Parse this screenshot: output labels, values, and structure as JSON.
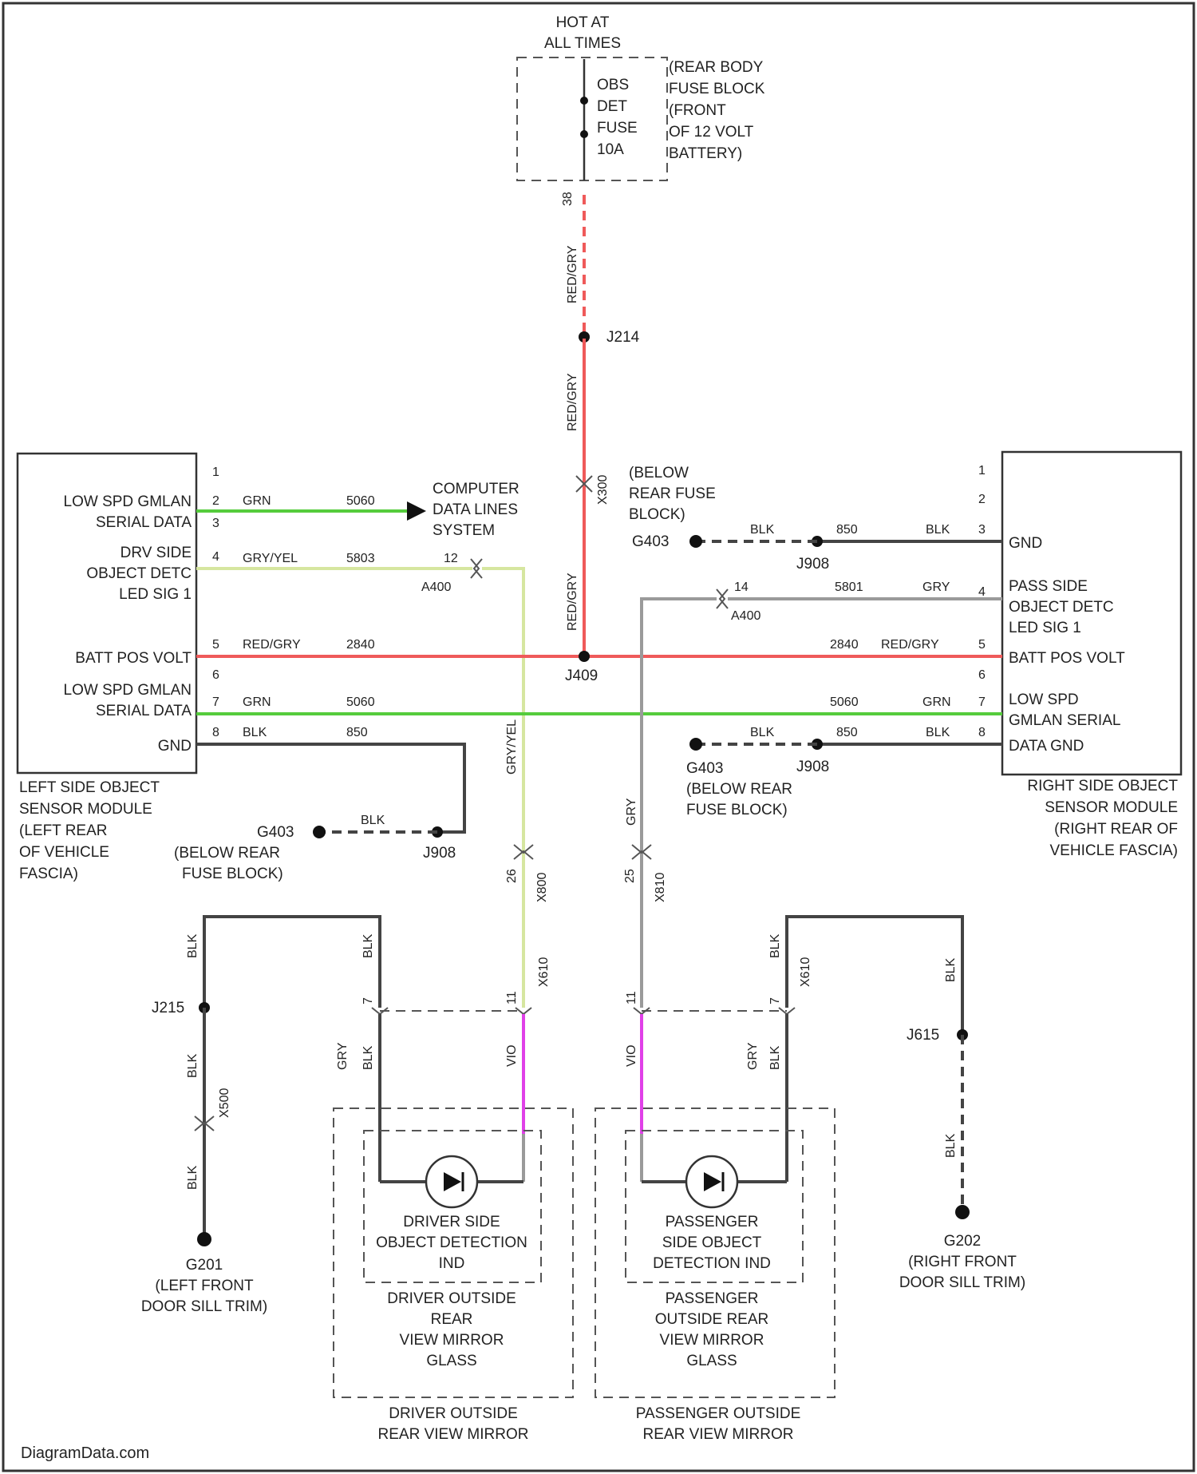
{
  "colors": {
    "red_gry": "#ef5a5a",
    "grn": "#55cc3c",
    "gry_yel": "#d6e6a0",
    "gry": "#9a9a9a",
    "blk": "#444444",
    "vio": "#e040e8"
  },
  "power": {
    "hot": [
      "HOT AT",
      "ALL TIMES"
    ],
    "fuse": [
      "OBS",
      "DET",
      "FUSE",
      "10A"
    ],
    "block": [
      "(REAR BODY",
      "FUSE BLOCK",
      "(FRONT",
      "OF 12 VOLT",
      "BATTERY)"
    ],
    "pin": "38",
    "wire": "RED/GRY",
    "splice": "J214",
    "conn": "X300"
  },
  "left_module": {
    "pins": [
      "1",
      "2",
      "3",
      "4",
      "5",
      "6",
      "7",
      "8"
    ],
    "func": {
      "p2": [
        "LOW SPD GMLAN",
        "SERIAL DATA"
      ],
      "p4": [
        "DRV SIDE",
        "OBJECT DETC",
        "LED SIG 1"
      ],
      "p5": "BATT POS VOLT",
      "p7": [
        "LOW SPD GMLAN",
        "SERIAL DATA"
      ],
      "p8": "GND"
    },
    "wires": {
      "p2": {
        "color": "GRN",
        "circuit": "5060"
      },
      "p4": {
        "color": "GRY/YEL",
        "circuit": "5803"
      },
      "p5": {
        "color": "RED/GRY",
        "circuit": "2840"
      },
      "p7": {
        "color": "GRN",
        "circuit": "5060"
      },
      "p8": {
        "color": "BLK",
        "circuit": "850"
      }
    },
    "name": [
      "LEFT SIDE OBJECT",
      "SENSOR MODULE",
      "(LEFT REAR",
      "OF VEHICLE",
      "FASCIA)"
    ]
  },
  "right_module": {
    "pins": [
      "1",
      "2",
      "3",
      "4",
      "5",
      "6",
      "7",
      "8"
    ],
    "func": {
      "p3": "GND",
      "p4": [
        "PASS SIDE",
        "OBJECT DETC",
        "LED SIG 1"
      ],
      "p5": "BATT POS VOLT",
      "p7": [
        "LOW SPD",
        "GMLAN SERIAL"
      ],
      "p8": "DATA GND"
    },
    "wires": {
      "p3": {
        "color": "BLK",
        "circuit": "850"
      },
      "p4": {
        "color": "GRY",
        "circuit": "5801"
      },
      "p5": {
        "color": "RED/GRY",
        "circuit": "2840"
      },
      "p7": {
        "color": "GRN",
        "circuit": "5060"
      },
      "p8": {
        "color": "BLK",
        "circuit": "850"
      }
    },
    "name": [
      "RIGHT SIDE OBJECT",
      "SENSOR MODULE",
      "(RIGHT REAR OF",
      "VEHICLE FASCIA)"
    ]
  },
  "computer": [
    "COMPUTER",
    "DATA LINES",
    "SYSTEM"
  ],
  "below_rear_fuse": [
    "(BELOW",
    "REAR FUSE",
    "BLOCK)"
  ],
  "grounds": {
    "g403": "G403",
    "g403_loc": [
      "(BELOW REAR",
      "FUSE BLOCK)"
    ],
    "j908": "J908",
    "blk": "BLK",
    "g201": "G201",
    "g201_loc": [
      "(LEFT FRONT",
      "DOOR SILL TRIM)"
    ],
    "g202": "G202",
    "g202_loc": [
      "(RIGHT FRONT",
      "DOOR SILL TRIM)"
    ],
    "j215": "J215",
    "j615": "J615",
    "x500": "X500"
  },
  "inline": {
    "splice_j409": "J409",
    "a400": "A400",
    "pin12": "12",
    "pin14": "14",
    "pin25": "25",
    "pin26": "26",
    "pin11": "11",
    "pin7": "7",
    "x800": "X800",
    "x810": "X810",
    "x610": "X610",
    "vio": "VIO",
    "gry_blk": [
      "GRY",
      "BLK"
    ]
  },
  "mirrors": {
    "driver_ind": [
      "DRIVER SIDE",
      "OBJECT DETECTION",
      "IND"
    ],
    "driver_glass": [
      "DRIVER OUTSIDE",
      "REAR",
      "VIEW MIRROR",
      "GLASS"
    ],
    "driver_mirror": [
      "DRIVER OUTSIDE",
      "REAR VIEW MIRROR"
    ],
    "pass_ind": [
      "PASSENGER",
      "SIDE OBJECT",
      "DETECTION IND"
    ],
    "pass_glass": [
      "PASSENGER",
      "OUTSIDE REAR",
      "VIEW MIRROR",
      "GLASS"
    ],
    "pass_mirror": [
      "PASSENGER OUTSIDE",
      "REAR VIEW MIRROR"
    ]
  },
  "watermark": "DiagramData.com"
}
